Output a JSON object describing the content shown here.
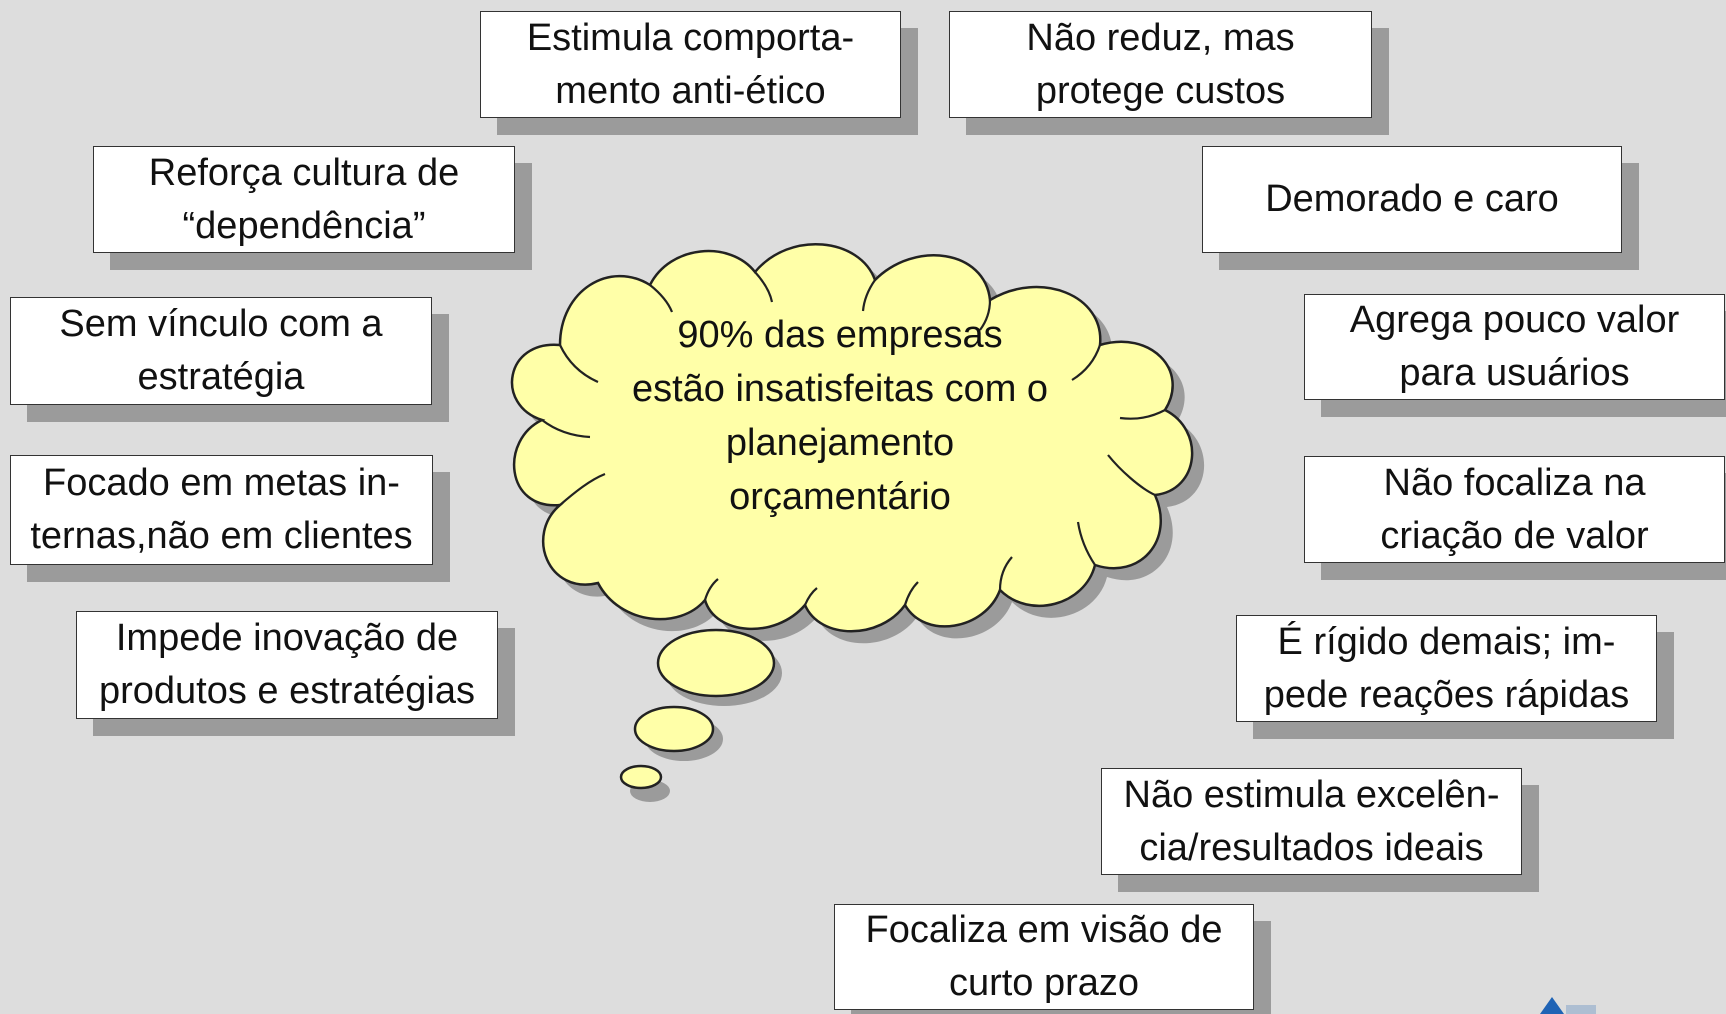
{
  "center": {
    "lines": [
      "90% das empresas",
      "estão insatisfeitas com o",
      "planejamento",
      "orçamentário"
    ]
  },
  "boxes": [
    {
      "id": "estimula-comportamento",
      "lines": [
        "Estimula comporta-",
        "mento anti-ético"
      ]
    },
    {
      "id": "nao-reduz",
      "lines": [
        "Não reduz, mas",
        "protege custos"
      ]
    },
    {
      "id": "reforca-cultura",
      "lines": [
        "Reforça cultura de",
        "“dependência”"
      ]
    },
    {
      "id": "demorado",
      "lines": [
        "Demorado e caro"
      ]
    },
    {
      "id": "sem-vinculo",
      "lines": [
        "Sem vínculo com a",
        "estratégia"
      ]
    },
    {
      "id": "agrega-pouco",
      "lines": [
        "Agrega pouco valor",
        "para usuários"
      ]
    },
    {
      "id": "focado-metas",
      "lines": [
        "Focado em metas in-",
        "ternas,não em clientes"
      ]
    },
    {
      "id": "nao-focaliza",
      "lines": [
        "Não focaliza na",
        "criação de valor"
      ]
    },
    {
      "id": "impede-inovacao",
      "lines": [
        "Impede inovação de",
        "produtos e estratégias"
      ]
    },
    {
      "id": "rigido",
      "lines": [
        "É rígido demais; im-",
        "pede reações rápidas"
      ]
    },
    {
      "id": "nao-estimula",
      "lines": [
        "Não estimula excelên-",
        "cia/resultados ideais"
      ]
    },
    {
      "id": "focaliza-curto",
      "lines": [
        "Focaliza em visão de",
        "curto prazo"
      ]
    }
  ],
  "colors": {
    "cloud_fill": "#ffffa8",
    "cloud_stroke": "#222222",
    "background": "#dddddd",
    "shadow": "#9b9b9b",
    "logo": "#1f63b5"
  }
}
